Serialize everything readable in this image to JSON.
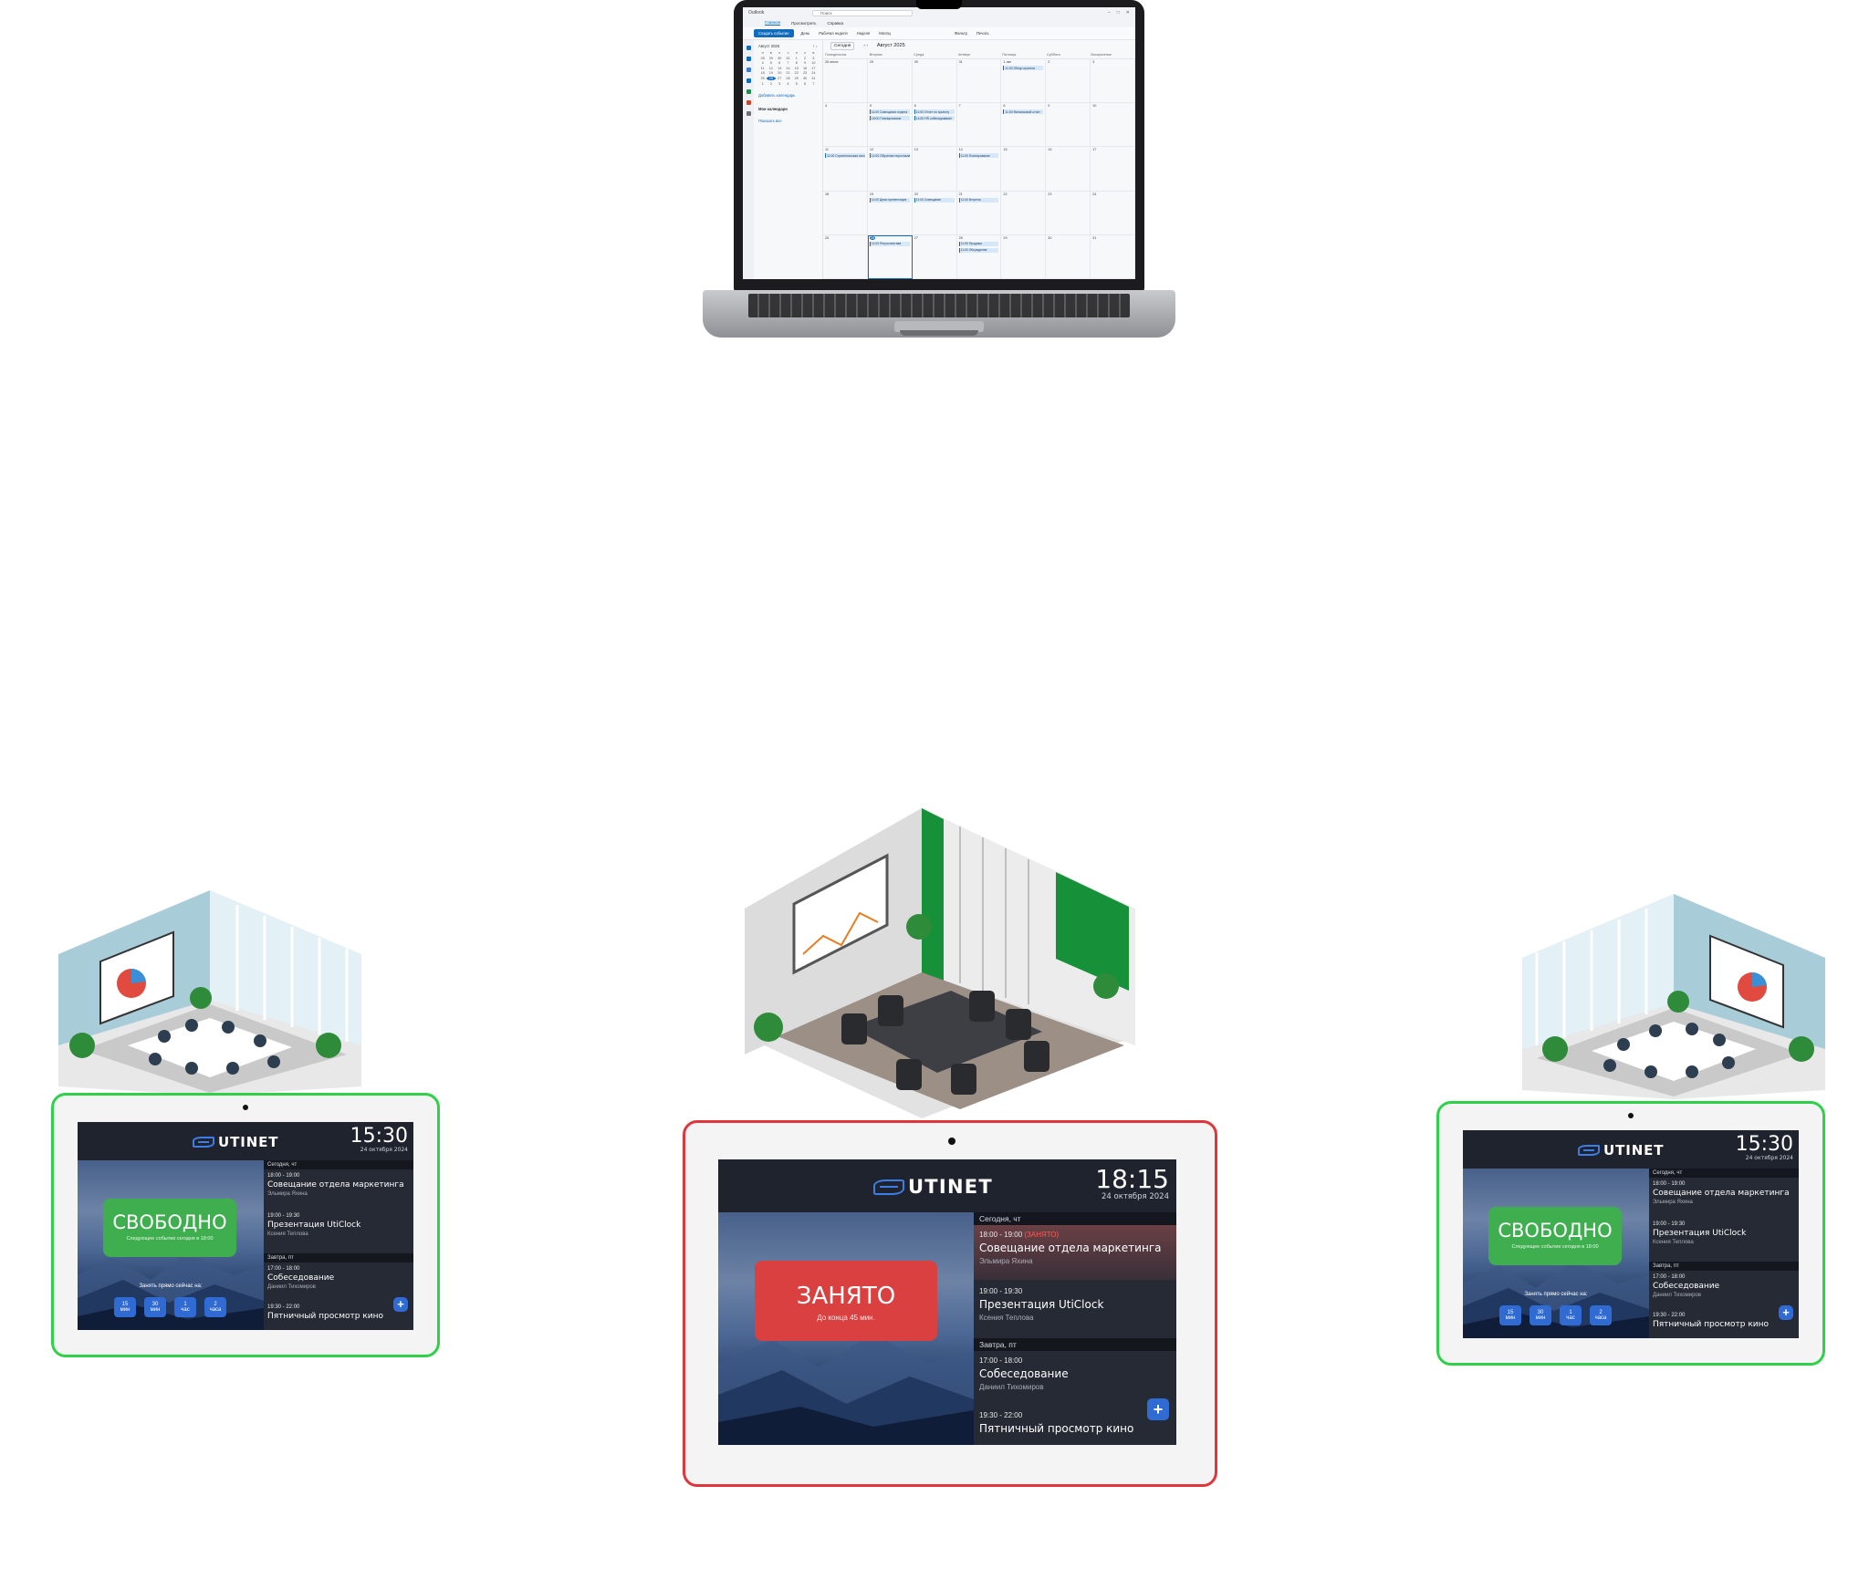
{
  "laptop": {
    "app_title": "Outlook",
    "search_placeholder": "Поиск",
    "tabs": [
      "Главная",
      "Просмотреть",
      "Справка"
    ],
    "ribbon": {
      "new_event": "Создать событие",
      "items": [
        "День",
        "Рабочая неделя",
        "Неделя",
        "Месяц",
        "Фильтр",
        "Печать"
      ]
    },
    "mini_calendar": {
      "month": "Август 2025",
      "weekdays": [
        "п",
        "в",
        "с",
        "ч",
        "п",
        "с",
        "в"
      ],
      "days": [
        "28",
        "29",
        "30",
        "31",
        "1",
        "2",
        "3",
        "4",
        "5",
        "6",
        "7",
        "8",
        "9",
        "10",
        "11",
        "12",
        "13",
        "14",
        "15",
        "16",
        "17",
        "18",
        "19",
        "20",
        "21",
        "22",
        "23",
        "24",
        "25",
        "26",
        "27",
        "28",
        "29",
        "30",
        "31",
        "1",
        "2",
        "3",
        "4",
        "5",
        "6",
        "7"
      ],
      "selected": "26",
      "add_calendar": "Добавить календарь",
      "my_calendars": "Мои календари",
      "show_all": "Показать все"
    },
    "main": {
      "today_btn": "Сегодня",
      "month_title": "Август 2025",
      "weekdays": [
        "Понедельник",
        "Вторник",
        "Среда",
        "Четверг",
        "Пятница",
        "Суббота",
        "Воскресенье"
      ],
      "weeks": [
        [
          {
            "d": "28 июля"
          },
          {
            "d": "29"
          },
          {
            "d": "30"
          },
          {
            "d": "31"
          },
          {
            "d": "1 авг",
            "ev": [
              "11:00 Обзор проекта"
            ]
          },
          {
            "d": "2"
          },
          {
            "d": "3"
          }
        ],
        [
          {
            "d": "4"
          },
          {
            "d": "5",
            "ev": [
              "11:00 Совещание отдела",
              "15:00 Планирование"
            ]
          },
          {
            "d": "6",
            "ev": [
              "11:00 Отчет по проекту",
              "14:00 HR собеседование"
            ]
          },
          {
            "d": "7"
          },
          {
            "d": "8",
            "ev": [
              "11:00 Финансовый отчет"
            ]
          },
          {
            "d": "9"
          },
          {
            "d": "10"
          }
        ],
        [
          {
            "d": "11",
            "ev": [
              "11:00 Стратегическая сессия"
            ]
          },
          {
            "d": "12",
            "ev": [
              "11:00 Обучение персонала"
            ]
          },
          {
            "d": "13"
          },
          {
            "d": "14",
            "ev": [
              "11:00 Планирование"
            ]
          },
          {
            "d": "15"
          },
          {
            "d": "16"
          },
          {
            "d": "17"
          }
        ],
        [
          {
            "d": "18"
          },
          {
            "d": "19",
            "ev": [
              "11:00 Демо презентация"
            ]
          },
          {
            "d": "20",
            "ev": [
              "11:00 Совещание"
            ]
          },
          {
            "d": "21",
            "ev": [
              "11:00 Встреча"
            ]
          },
          {
            "d": "22"
          },
          {
            "d": "23"
          },
          {
            "d": "24"
          }
        ],
        [
          {
            "d": "25"
          },
          {
            "d": "26",
            "ev": [
              "11:00 Ретроспектива"
            ],
            "today": true
          },
          {
            "d": "27"
          },
          {
            "d": "28",
            "ev": [
              "11:00 Продажи",
              "11:00 Обсуждение"
            ]
          },
          {
            "d": "29"
          },
          {
            "d": "30"
          },
          {
            "d": "31"
          }
        ]
      ]
    }
  },
  "tablets": {
    "left": {
      "logo": "UTINET",
      "time": "15:30",
      "date": "24 октября 2024",
      "status": "СВОБОДНО",
      "status_sub": "Следующее событие сегодня в 18:00",
      "quick_label": "Занять прямо сейчас на:",
      "quick": [
        [
          "15",
          "мин"
        ],
        [
          "30",
          "мин"
        ],
        [
          "1",
          "час"
        ],
        [
          "2",
          "часа"
        ]
      ],
      "today_label": "Сегодня, чт",
      "tomorrow_label": "Завтра, пт",
      "events": [
        {
          "time": "18:00 - 19:00",
          "title": "Совещание отдела маркетинга",
          "who": "Эльмира Яхина"
        },
        {
          "time": "19:00 - 19:30",
          "title": "Презентация UtiClock",
          "who": "Ксения Теплова"
        },
        {
          "time": "17:00 - 18:00",
          "title": "Собеседование",
          "who": "Даниил Тихомиров"
        },
        {
          "time": "19:30 - 22:00",
          "title": "Пятничный просмотр кино",
          "who": ""
        }
      ],
      "plus": "+"
    },
    "center": {
      "logo": "UTINET",
      "time": "18:15",
      "date": "24 октября 2024",
      "status": "ЗАНЯТО",
      "status_sub": "До конца 45 мин.",
      "today_label": "Сегодня, чт",
      "tomorrow_label": "Завтра, пт",
      "busy_tag": "(ЗАНЯТО)",
      "events": [
        {
          "time": "18:00 - 19:00",
          "title": "Совещание отдела маркетинга",
          "who": "Эльмира Яхина"
        },
        {
          "time": "19:00 - 19:30",
          "title": "Презентация UtiClock",
          "who": "Ксения Теплова"
        },
        {
          "time": "17:00 - 18:00",
          "title": "Собеседование",
          "who": "Даниил Тихомиров"
        },
        {
          "time": "19:30 - 22:00",
          "title": "Пятничный просмотр кино",
          "who": ""
        }
      ],
      "plus": "+"
    },
    "right": {
      "logo": "UTINET",
      "time": "15:30",
      "date": "24 октября 2024",
      "status": "СВОБОДНО",
      "status_sub": "Следующее событие сегодня в 18:00",
      "quick_label": "Занять прямо сейчас на:",
      "quick": [
        [
          "15",
          "мин"
        ],
        [
          "30",
          "мин"
        ],
        [
          "1",
          "час"
        ],
        [
          "2",
          "часа"
        ]
      ],
      "today_label": "Сегодня, чт",
      "tomorrow_label": "Завтра, пт",
      "events": [
        {
          "time": "18:00 - 19:00",
          "title": "Совещание отдела маркетинга",
          "who": "Эльмира Яхина"
        },
        {
          "time": "19:00 - 19:30",
          "title": "Презентация UtiClock",
          "who": "Ксения Теплова"
        },
        {
          "time": "17:00 - 18:00",
          "title": "Собеседование",
          "who": "Даниил Тихомиров"
        },
        {
          "time": "19:30 - 22:00",
          "title": "Пятничный просмотр кино",
          "who": ""
        }
      ],
      "plus": "+"
    }
  },
  "colors": {
    "free_border": "#2fd14a",
    "busy_border": "#e0363b",
    "free_status": "#3fae4f",
    "busy_status": "#d9403f",
    "accent": "#2f6bd3",
    "outlook_blue": "#0f6cbd"
  },
  "icons": [
    "outlook-app-icon",
    "search-icon",
    "chevron-icon",
    "plus-icon",
    "utinet-logo-icon",
    "camera-icon"
  ]
}
